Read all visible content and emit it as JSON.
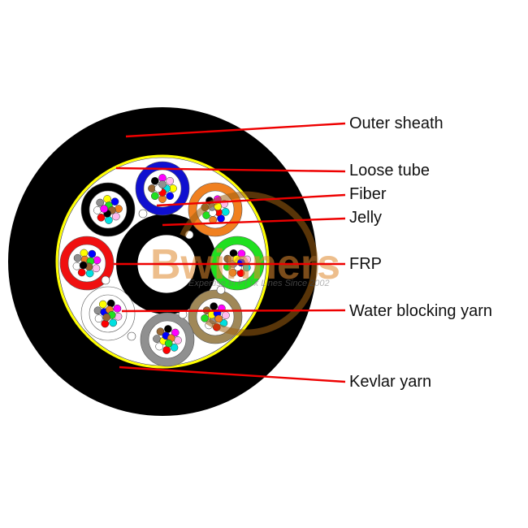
{
  "diagram": {
    "title": "Fiber optic cable cross-section",
    "labels": [
      {
        "key": "outer-sheath",
        "text": "Outer sheath"
      },
      {
        "key": "loose-tube",
        "text": "Loose tube"
      },
      {
        "key": "fiber",
        "text": "Fiber"
      },
      {
        "key": "jelly",
        "text": "Jelly"
      },
      {
        "key": "frp",
        "text": "FRP"
      },
      {
        "key": "water-blocking-yarn",
        "text": "Water blocking yarn"
      },
      {
        "key": "kevlar-yarn",
        "text": "Kevlar yarn"
      }
    ],
    "loose_tube_count": 8,
    "fibers_per_tube": 12,
    "tube_colors": [
      "#1010d0",
      "#f08020",
      "#20e020",
      "#a08858",
      "#909090",
      "#ffffff",
      "#f01010",
      "#000000"
    ],
    "fiber_colors": [
      "#ffff00",
      "#0000ff",
      "#f08020",
      "#20e020",
      "#996633",
      "#000000",
      "#ff00ff",
      "#ffbbee",
      "#00e0e0",
      "#ff0000",
      "#ffffff",
      "#909090"
    ],
    "colors": {
      "sheath": "#000000",
      "kevlar_ring": "#ffff00",
      "leader_line": "#ee0000",
      "text": "#111111"
    },
    "watermark": {
      "brand": "Bwinners",
      "tagline": "Expertise in FTTx Lines Since 2002"
    }
  }
}
